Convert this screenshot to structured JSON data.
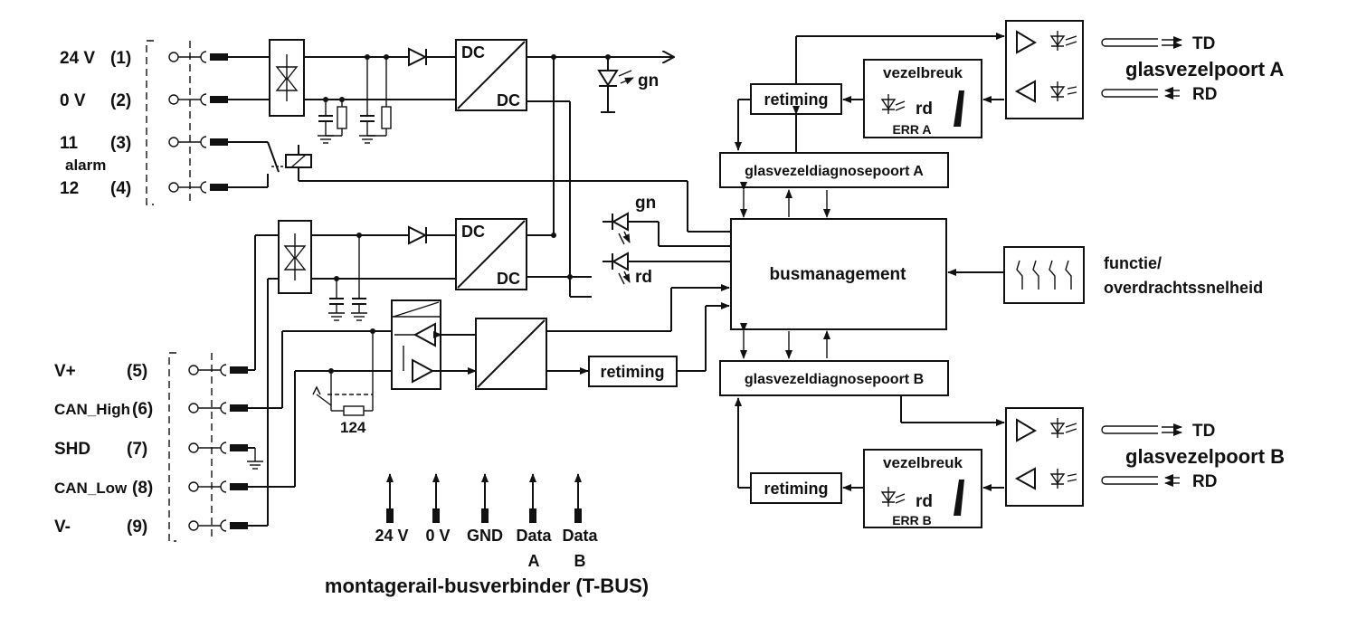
{
  "terminals": {
    "t1": {
      "name": "24 V",
      "num": "(1)"
    },
    "t2": {
      "name": "0 V",
      "num": "(2)"
    },
    "t3": {
      "name": "11",
      "num": "(3)"
    },
    "alarm": "alarm",
    "t4": {
      "name": "12",
      "num": "(4)"
    },
    "t5": {
      "name": "V+",
      "num": "(5)"
    },
    "t6": {
      "name": "CAN_High",
      "num": "(6)"
    },
    "t7": {
      "name": "SHD",
      "num": "(7)"
    },
    "t8": {
      "name": "CAN_Low",
      "num": "(8)"
    },
    "t9": {
      "name": "V-",
      "num": "(9)"
    }
  },
  "converters": {
    "dc1_top": "DC",
    "dc1_bottom": "DC",
    "dc2_top": "DC",
    "dc2_bottom": "DC"
  },
  "leds": {
    "power_gn": "gn",
    "status_gn": "gn",
    "status_rd": "rd"
  },
  "resistor": "124",
  "tbus": {
    "pins": [
      {
        "l1": "24 V",
        "l2": ""
      },
      {
        "l1": "0 V",
        "l2": ""
      },
      {
        "l1": "GND",
        "l2": ""
      },
      {
        "l1": "Data",
        "l2": "A"
      },
      {
        "l1": "Data",
        "l2": "B"
      }
    ],
    "caption": "montagerail-busverbinder (T-BUS)"
  },
  "blocks": {
    "retiming_can": "retiming",
    "retiming_a": "retiming",
    "retiming_b": "retiming",
    "diag_a": "glasvezeldiagnosepoort A",
    "diag_b": "glasvezeldiagnosepoort B",
    "busmanagement": "busmanagement"
  },
  "break_a": {
    "title": "vezelbreuk",
    "led": "rd",
    "err": "ERR A"
  },
  "break_b": {
    "title": "vezelbreuk",
    "led": "rd",
    "err": "ERR B"
  },
  "port_a": {
    "title": "glasvezelpoort A",
    "td": "TD",
    "rd": "RD"
  },
  "port_b": {
    "title": "glasvezelpoort B",
    "td": "TD",
    "rd": "RD"
  },
  "switches": {
    "line1": "functie/",
    "line2": "overdrachtssnelheid"
  }
}
